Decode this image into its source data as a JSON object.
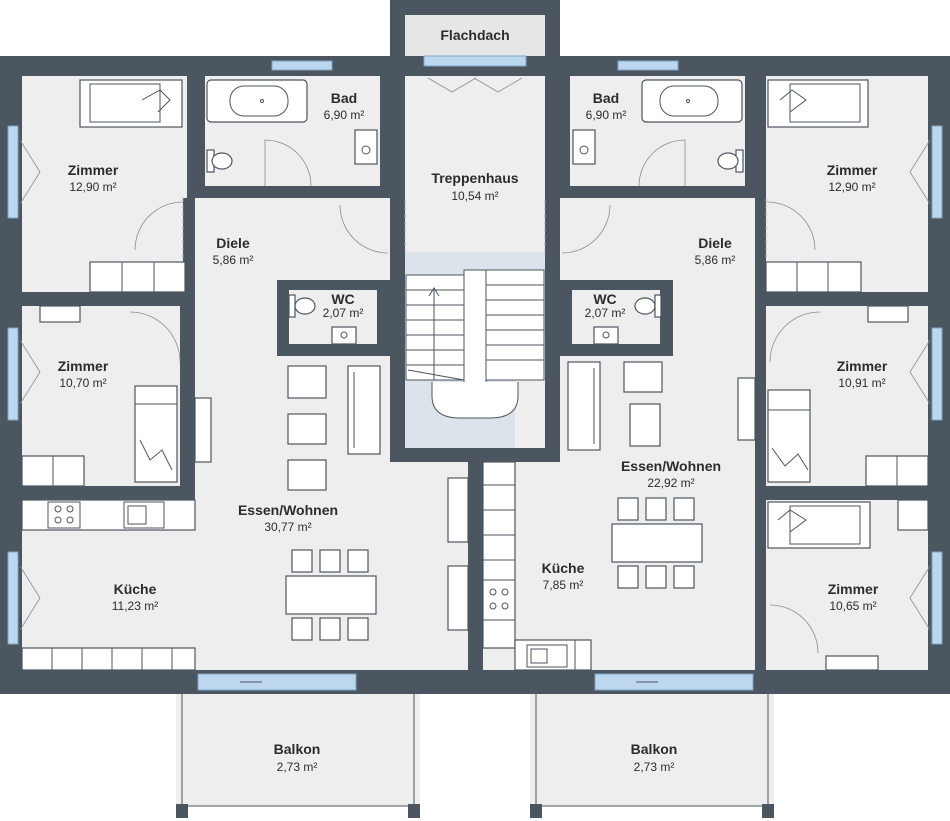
{
  "rooms": {
    "flachdach": {
      "name": "Flachdach"
    },
    "treppenhaus": {
      "name": "Treppenhaus",
      "area": "10,54 m²"
    },
    "left": {
      "zimmer1": {
        "name": "Zimmer",
        "area": "12,90 m²"
      },
      "bad": {
        "name": "Bad",
        "area": "6,90 m²"
      },
      "diele": {
        "name": "Diele",
        "area": "5,86 m²"
      },
      "wc": {
        "name": "WC",
        "area": "2,07 m²"
      },
      "zimmer2": {
        "name": "Zimmer",
        "area": "10,70 m²"
      },
      "essen": {
        "name": "Essen/Wohnen",
        "area": "30,77 m²"
      },
      "kueche": {
        "name": "Küche",
        "area": "11,23 m²"
      },
      "balkon": {
        "name": "Balkon",
        "area": "2,73 m²"
      }
    },
    "right": {
      "bad": {
        "name": "Bad",
        "area": "6,90 m²"
      },
      "zimmer1": {
        "name": "Zimmer",
        "area": "12,90 m²"
      },
      "diele": {
        "name": "Diele",
        "area": "5,86 m²"
      },
      "wc": {
        "name": "WC",
        "area": "2,07 m²"
      },
      "zimmer2": {
        "name": "Zimmer",
        "area": "10,91 m²"
      },
      "essen": {
        "name": "Essen/Wohnen",
        "area": "22,92 m²"
      },
      "kueche": {
        "name": "Küche",
        "area": "7,85 m²"
      },
      "zimmer3": {
        "name": "Zimmer",
        "area": "10,65 m²"
      },
      "balkon": {
        "name": "Balkon",
        "area": "2,73 m²"
      }
    }
  },
  "colors": {
    "wall": "#4c5660",
    "floor": "#eeeeee",
    "stair": "#dce3ea",
    "window": "#bcd7ee"
  }
}
